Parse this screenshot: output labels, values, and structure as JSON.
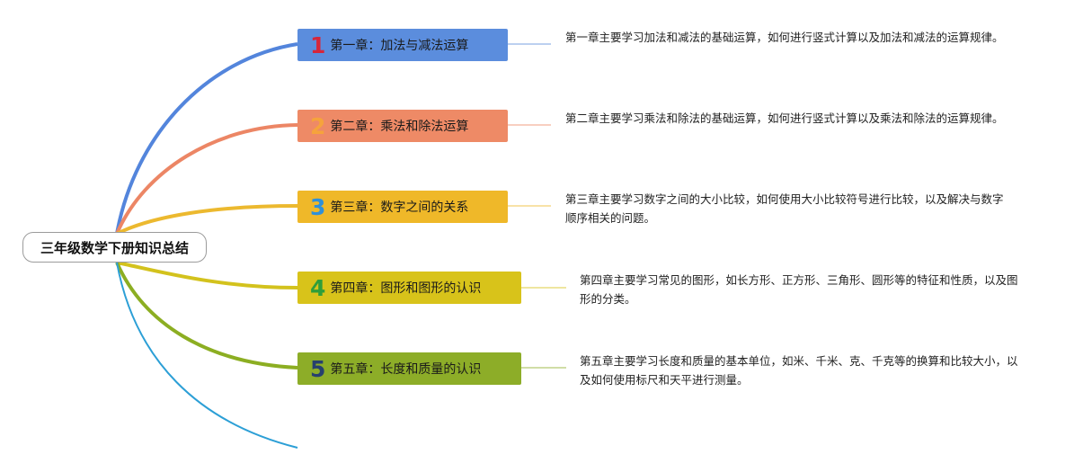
{
  "root": {
    "title": "三年级数学下册知识总结"
  },
  "branches": [
    {
      "number": "1",
      "label": "第一章：加法与减法运算",
      "description": "第一章主要学习加法和减法的基础运算，如何进行竖式计算以及加法和减法的运算规律。",
      "branch_color": "#5385dc",
      "box_color": "#5b8ddd",
      "number_color": "#d6263b"
    },
    {
      "number": "2",
      "label": "第二章：乘法和除法运算",
      "description": "第二章主要学习乘法和除法的基础运算，如何进行竖式计算以及乘法和除法的运算规律。",
      "branch_color": "#ec8665",
      "box_color": "#ee8a66",
      "number_color": "#f6a33c"
    },
    {
      "number": "3",
      "label": "第三章：数字之间的关系",
      "description": "第三章主要学习数字之间的大小比较，如何使用大小比较符号进行比较，以及解决与数字顺序相关的问题。",
      "branch_color": "#ecb92f",
      "box_color": "#efb829",
      "number_color": "#2f90d9"
    },
    {
      "number": "4",
      "label": "第四章：图形和图形的认识",
      "description": "第四章主要学习常见的图形，如长方形、正方形、三角形、圆形等的特征和性质，以及图形的分类。",
      "branch_color": "#d3c21d",
      "box_color": "#d8c31a",
      "number_color": "#2f9e3a"
    },
    {
      "number": "5",
      "label": "第五章：长度和质量的认识",
      "description": "第五章主要学习长度和质量的基本单位，如米、千米、克、千克等的换算和比较大小，以及如何使用标尺和天平进行测量。",
      "branch_color": "#8cae22",
      "box_color": "#8dad28",
      "number_color": "#27406e"
    }
  ],
  "extra_branch_color": "#2c9fd6"
}
